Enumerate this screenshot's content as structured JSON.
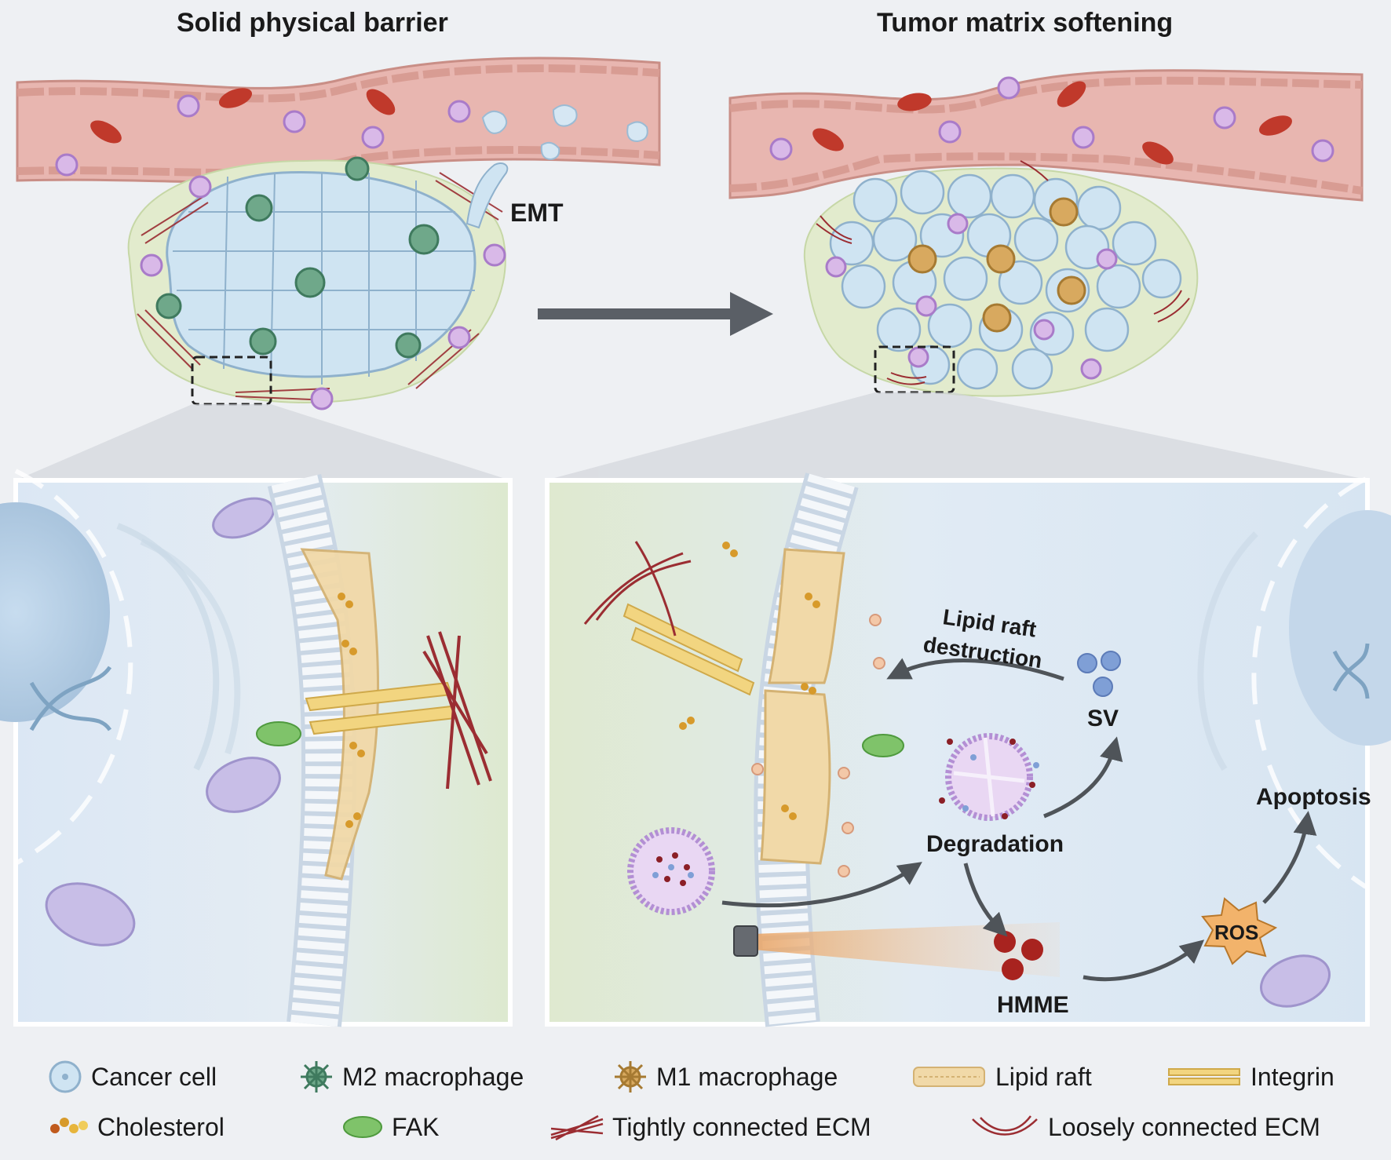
{
  "titles": {
    "left": "Solid physical barrier",
    "right": "Tumor matrix softening"
  },
  "labels": {
    "emt": "EMT",
    "lipid_raft_destruction_line1": "Lipid raft",
    "lipid_raft_destruction_line2": "destruction",
    "sv": "SV",
    "degradation": "Degradation",
    "hmme": "HMME",
    "ros": "ROS",
    "apoptosis": "Apoptosis"
  },
  "legend": {
    "row1": [
      "Cancer cell",
      "M2 macrophage",
      "M1 macrophage",
      "Lipid raft",
      "Integrin"
    ],
    "row2": [
      "Cholesterol",
      "FAK",
      "Tightly connected ECM",
      "Loosely connected ECM"
    ]
  },
  "colors": {
    "background": "#eef0f3",
    "vessel": "#e8b6b0",
    "red_blood_cell": "#c0392b",
    "cancer_cell": "#cfe4f2",
    "m2_macrophage": "#6fa88a",
    "m1_macrophage": "#d8a95f",
    "lipid_raft": "#f1d9a8",
    "cholesterol": "#d79a2b",
    "fak": "#7fc36a",
    "ecm": "#9b2d32",
    "ros": "#f2b36b",
    "hmme": "#a8231f",
    "sv": "#7f9fd6"
  }
}
